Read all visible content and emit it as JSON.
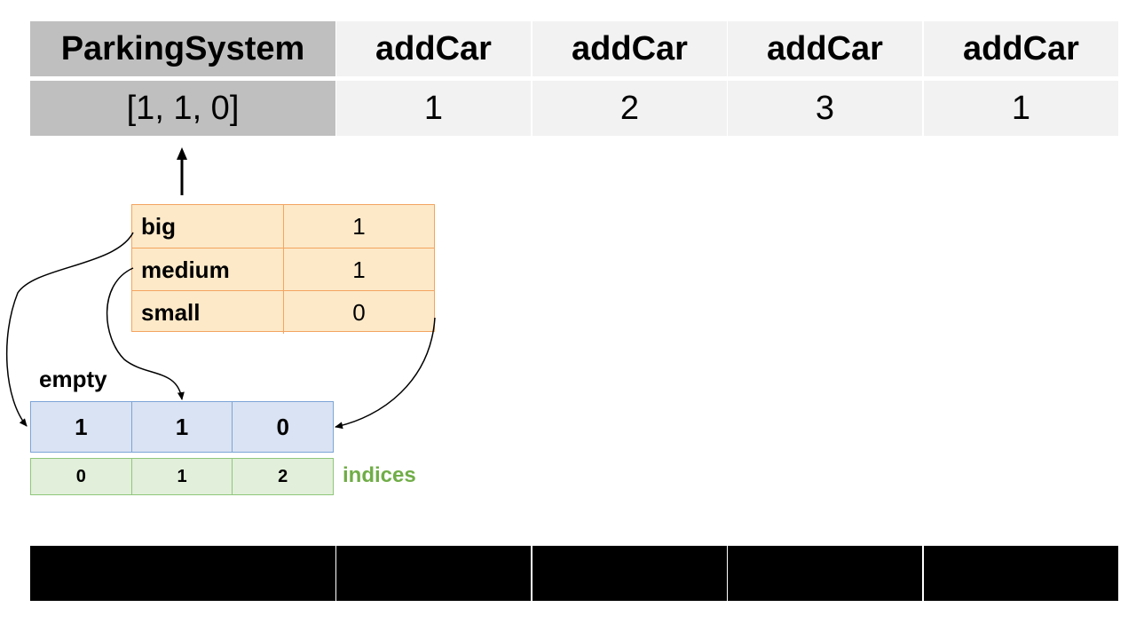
{
  "header_row": [
    {
      "label": "ParkingSystem",
      "highlight": true
    },
    {
      "label": "addCar",
      "highlight": false
    },
    {
      "label": "addCar",
      "highlight": false
    },
    {
      "label": "addCar",
      "highlight": false
    },
    {
      "label": "addCar",
      "highlight": false
    }
  ],
  "args_row": [
    {
      "label": "[1, 1, 0]",
      "highlight": true
    },
    {
      "label": "1",
      "highlight": false
    },
    {
      "label": "2",
      "highlight": false
    },
    {
      "label": "3",
      "highlight": false
    },
    {
      "label": "1",
      "highlight": false
    }
  ],
  "output_row": [
    "",
    "",
    "",
    "",
    ""
  ],
  "params_table": [
    {
      "key": "big",
      "value": "1"
    },
    {
      "key": "medium",
      "value": "1"
    },
    {
      "key": "small",
      "value": "0"
    }
  ],
  "empty_array": {
    "label": "empty",
    "values": [
      "1",
      "1",
      "0"
    ]
  },
  "indices": {
    "label": "indices",
    "values": [
      "0",
      "1",
      "2"
    ]
  },
  "colors": {
    "header_highlight": "#bfbfbf",
    "cell_bg": "#f2f2f2",
    "params_bg": "#fde9c8",
    "array_bg": "#dae3f3",
    "indices_bg": "#e2efda",
    "indices_text": "#70ad47"
  }
}
